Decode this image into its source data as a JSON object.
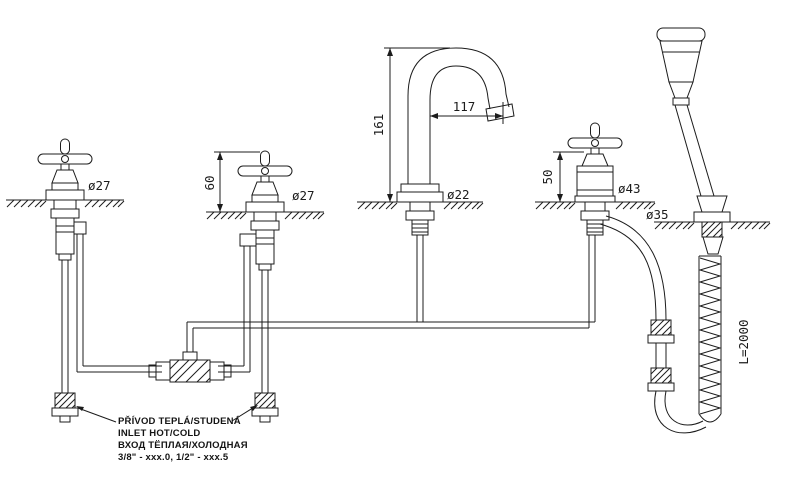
{
  "colors": {
    "line": "#1c1c1c",
    "background": "#ffffff"
  },
  "dimensions": {
    "left_valve_diameter": "ø27",
    "middle_valve_diameter": "ø27",
    "middle_valve_height": "60",
    "spout_height": "161",
    "spout_reach": "117",
    "spout_base_diameter": "ø22",
    "diverter_height": "50",
    "diverter_diameter": "ø43",
    "shower_holder_diameter": "ø35",
    "shower_hose_length": "L=2000"
  },
  "notes": {
    "line1": "PŘÍVOD TEPLÁ/STUDENÁ",
    "line2": "INLET HOT/COLD",
    "line3": "ВХОД ТЁПЛАЯ/ХОЛОДНАЯ",
    "line4": "3/8\" -  xxx.0,  1/2\" -  xxx.5"
  }
}
